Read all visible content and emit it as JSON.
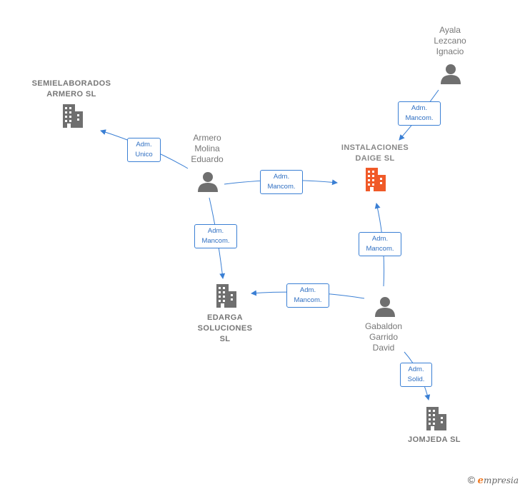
{
  "colors": {
    "edge": "#3a7fd4",
    "company": "#6f6f6f",
    "company_main": "#f05a28",
    "person": "#6f6f6f"
  },
  "nodes": {
    "semielaborados": {
      "line1": "SEMIELABORADOS",
      "line2": "ARMERO  SL"
    },
    "instalaciones": {
      "line1": "INSTALACIONES",
      "line2": "DAIGE  SL"
    },
    "edarga": {
      "line1": "EDARGA",
      "line2": "SOLUCIONES",
      "line3": "SL"
    },
    "jomjeda": {
      "line1": "JOMJEDA  SL"
    },
    "ayala": {
      "line1": "Ayala",
      "line2": "Lezcano",
      "line3": "Ignacio"
    },
    "armero": {
      "line1": "Armero",
      "line2": "Molina",
      "line3": "Eduardo"
    },
    "gabaldon": {
      "line1": "Gabaldon",
      "line2": "Garrido",
      "line3": "David"
    }
  },
  "edges": {
    "armero_semielaborados": {
      "line1": "Adm.",
      "line2": "Unico"
    },
    "armero_instalaciones": {
      "line1": "Adm.",
      "line2": "Mancom."
    },
    "armero_edarga": {
      "line1": "Adm.",
      "line2": "Mancom."
    },
    "ayala_instalaciones": {
      "line1": "Adm.",
      "line2": "Mancom."
    },
    "gabaldon_instalaciones": {
      "line1": "Adm.",
      "line2": "Mancom."
    },
    "gabaldon_edarga": {
      "line1": "Adm.",
      "line2": "Mancom."
    },
    "gabaldon_jomjeda": {
      "line1": "Adm.",
      "line2": "Solid."
    }
  },
  "footer": {
    "copyright": "©",
    "brand_initial": "e",
    "brand_rest": "mpresia"
  }
}
